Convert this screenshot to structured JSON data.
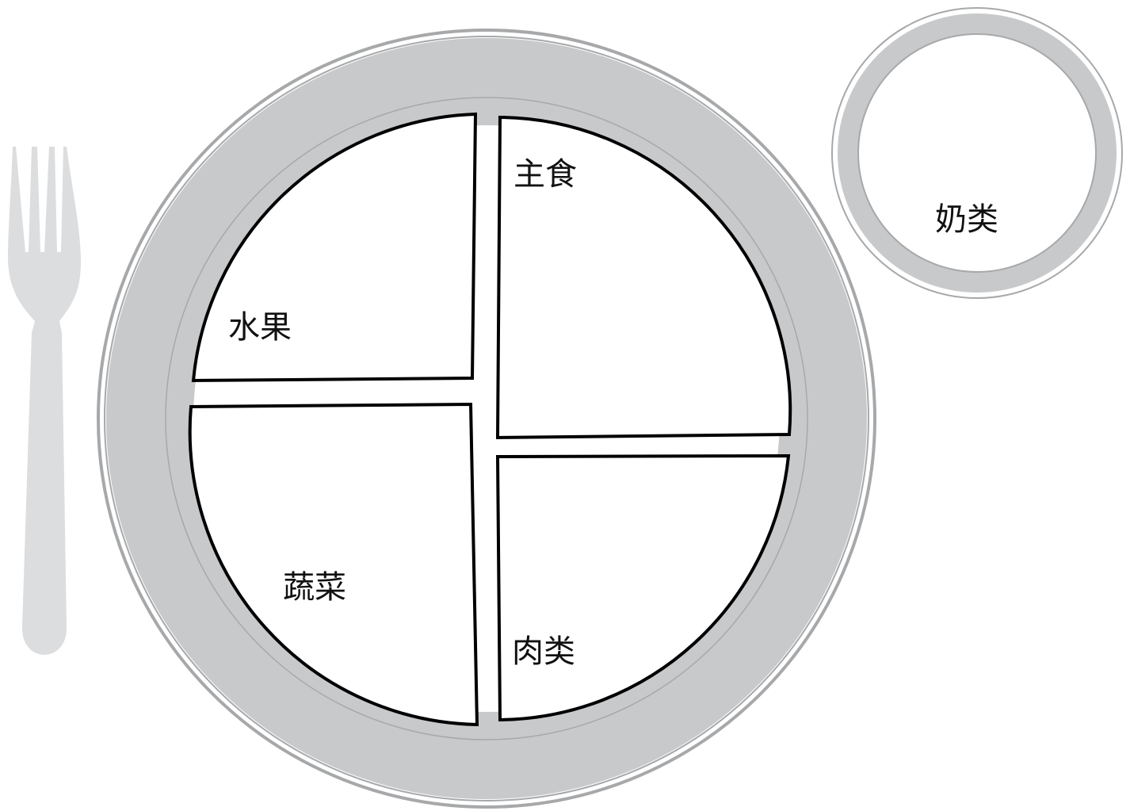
{
  "colors": {
    "plate_ring": "#c8c9cb",
    "plate_outline": "#a7a8aa",
    "fork": "#dcdddf",
    "section_stroke": "#000000",
    "section_fill": "#ffffff",
    "text": "#111111"
  },
  "icons": {
    "fork": "fork-icon",
    "plate": "dinner-plate",
    "cup": "dairy-cup"
  },
  "plate": {
    "sections": {
      "grains": "主食",
      "fruits": "水果",
      "vegetables": "蔬菜",
      "protein": "肉类"
    }
  },
  "cup": {
    "label": "奶类"
  }
}
